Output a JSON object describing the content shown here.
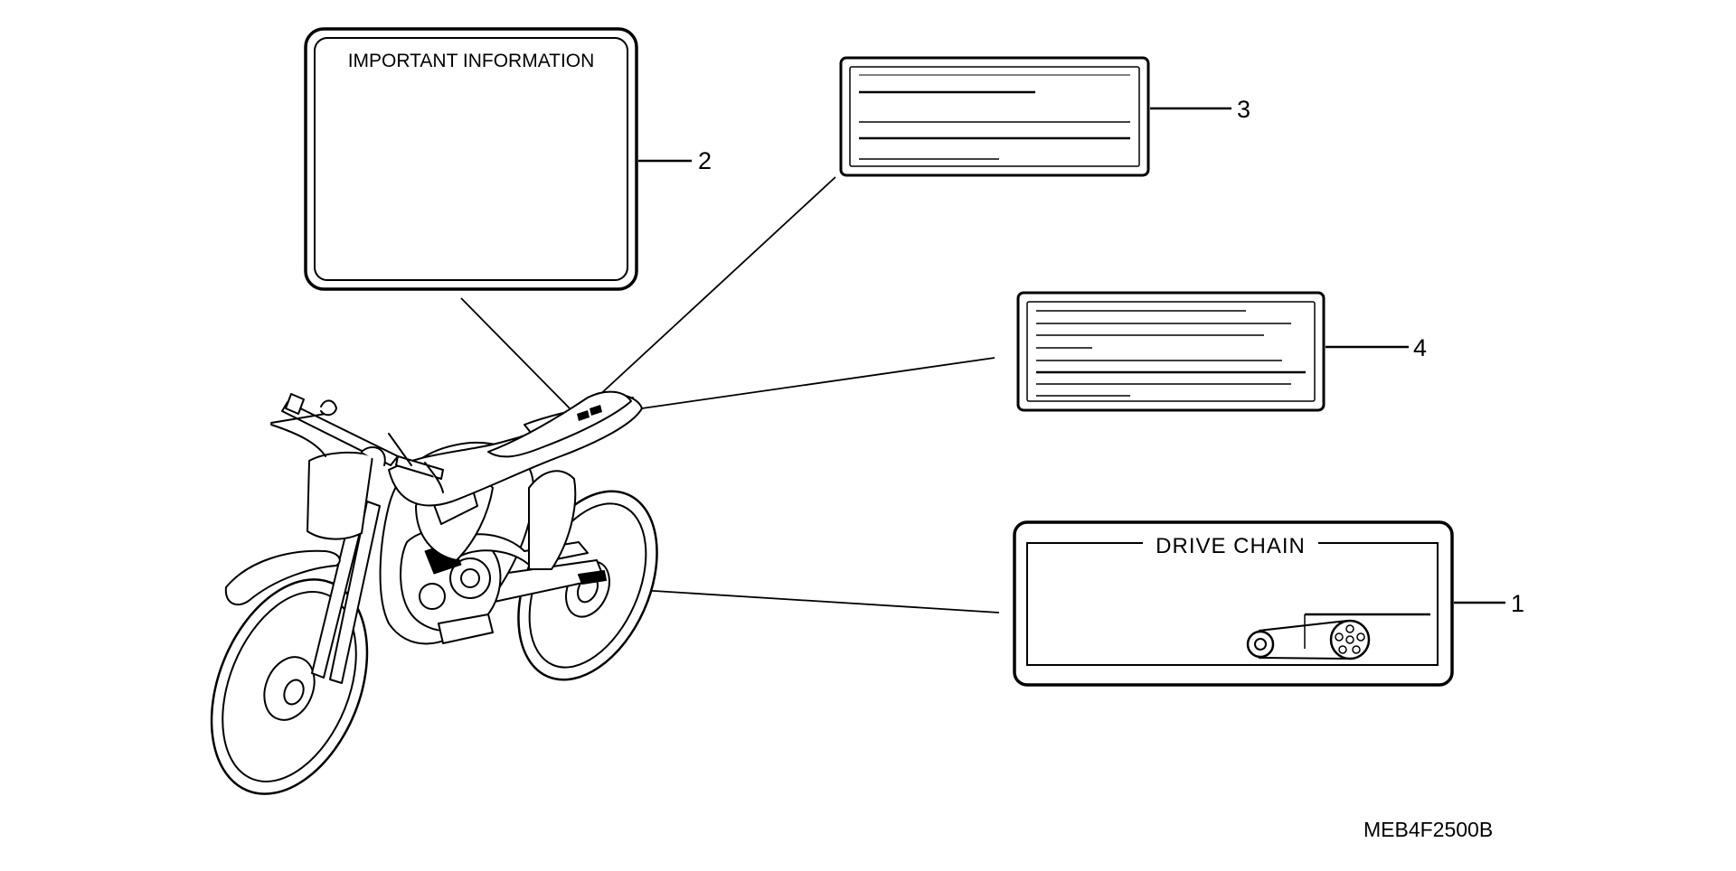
{
  "labels": {
    "important_info": {
      "callout": "2",
      "heading": "IMPORTANT INFORMATION"
    },
    "label_3": {
      "callout": "3"
    },
    "label_4": {
      "callout": "4"
    },
    "drive_chain": {
      "callout": "1",
      "heading": "DRIVE CHAIN"
    }
  },
  "diagram_code": "MEB4F2500B",
  "icons": {
    "motorcycle": "dirt-bike-illustration",
    "chain": "drive-chain-sprocket-icon"
  },
  "colors": {
    "ink": "#000000",
    "paper": "#ffffff"
  }
}
